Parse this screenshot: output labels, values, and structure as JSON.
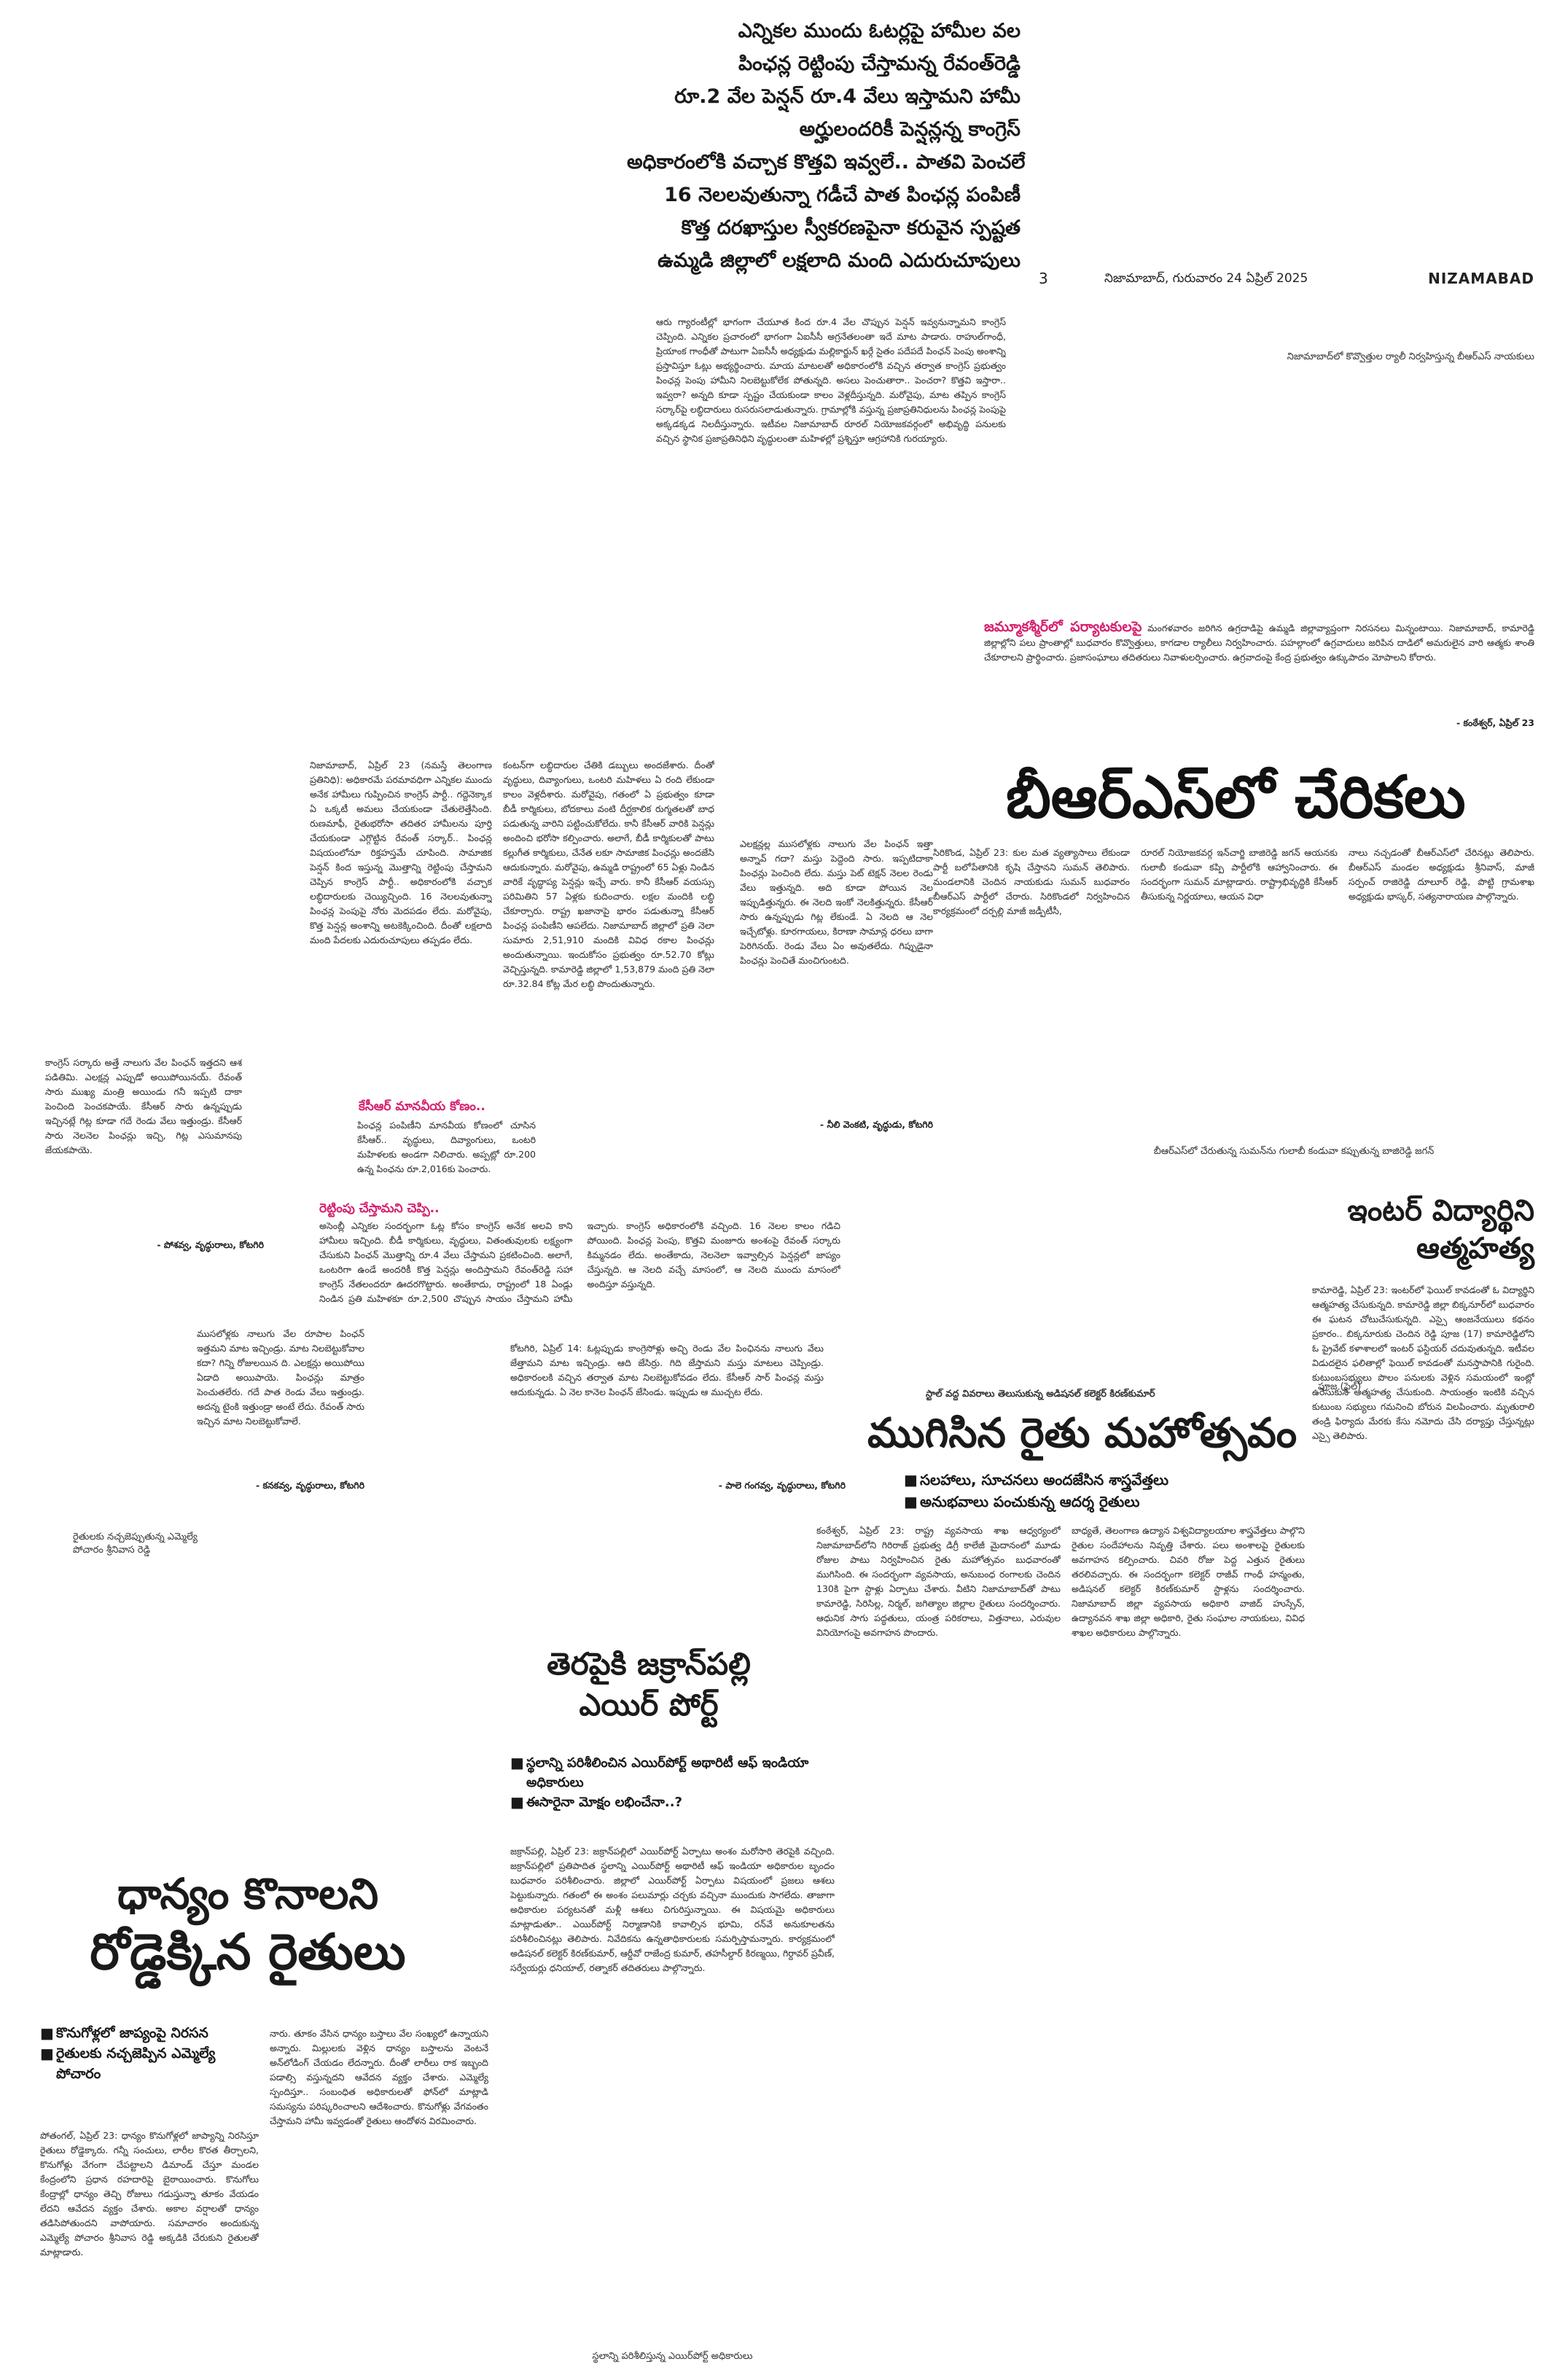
{
  "masthead": {
    "page_number": "3",
    "dateline": "నిజామాబాద్, గురువారం 24 ఏప్రిల్ 2025",
    "edition": "NIZAMABAD"
  },
  "top_story": {
    "headline_lines": [
      "ఎన్నికల ముందు ఓటర్లపై హామీల వల",
      "పింఛన్ల రెట్టింపు చేస్తామన్న రేవంత్‌రెడ్డి",
      "రూ.2 వేల పెన్షన్ రూ.4 వేలు ఇస్తామని హామీ",
      "అర్హులందరికీ పెన్షన్లన్న కాంగ్రెస్",
      "అధికారంలోకి వచ్చాక కొత్తవి ఇవ్వలే.. పాతవి పెంచలే",
      "16 నెలలవుతున్నా గడీచే పాత పింఛన్ల పంపిణీ",
      "కొత్త దరఖాస్తుల స్వీకరణపైనా కరువైన స్పష్టత",
      "ఉమ్మడి జిల్లాలో లక్షలాది మంది ఎదురుచూపులు"
    ],
    "intro": "ఆరు గ్యారంటీల్లో భాగంగా చేయూత కింద రూ.4 వేల చొప్పున పెన్షన్ ఇవ్వనున్నామని కాంగ్రెస్ చెప్పింది. ఎన్నికల ప్రచారంలో భాగంగా ఏఐసీసీ అగ్రనేతలంతా ఇదే మాట పాడారు. రాహుల్‌గాంధీ, ప్రియాంక గాంధీతో పాటుగా ఏఐసీసీ అధ్యక్షుడు మల్లికార్జున్ ఖర్గే సైతం పదేపదే పింఛన్ పెంపు అంశాన్ని ప్రస్తావిస్తూ ఓట్లు అభ్యర్థించారు. మాయ మాటలతో అధికారంలోకి వచ్చిన తర్వాత కాంగ్రెస్ ప్రభుత్వం పింఛన్ల పెంపు హామీని నిలబెట్టుకోలేక పోతున్నది. అసలు పెంచుతారా.. పెంచరా? కొత్తవి ఇస్తారా.. ఇవ్వరా? అన్నది కూడా స్పష్టం చేయకుండా కాలం వెళ్లదీస్తున్నది. మరోవైపు, మాట తప్పిన కాంగ్రెస్ సర్కార్‌పై లబ్ధిదారులు రుసరుసలాడుతున్నారు. గ్రామాల్లోకి వస్తున్న ప్రజాప్రతినిధులను పింఛన్ల పెంపుపై అక్కడక్కడ నిలదీస్తున్నారు. ఇటీవల నిజామాబాద్ రూరల్ నియోజకవర్గంలో అభివృద్ధి పనులకు వచ్చిన స్థానిక ప్రజాప్రతినిధిని వృద్ధులంతా మహిళల్లో ప్రశ్నిస్తూ ఆగ్రహానికి గురయ్యారు.",
    "col1": "నిజామాబాద్, ఏప్రిల్ 23 (నమస్తే తెలంగాణ ప్రతినిధి): అధికారమే పరమావధిగా ఎన్నికల ముందు అనేక హామీలు గుప్పించిన కాంగ్రెస్ పార్టీ.. గద్దెనెక్కాక ఏ ఒక్కటీ అమలు చేయకుండా చేతులెత్తేసింది. రుణమాఫీ, రైతుభరోసా తదితర హామీలను పూర్తి చేయకుండా ఎగ్గొట్టిన రేవంత్ సర్కార్.. పింఛన్ల విషయంలోనూ రిక్తహస్తమే చూపింది. సామాజిక పెన్షన్ కింద ఇస్తున్న మొత్తాన్ని రెట్టింపు చేస్తామని చెప్పిన కాంగ్రెస్ పార్టీ.. అధికారంలోకి వచ్చాక లబ్ధిదారులకు చెయ్యిచ్చింది. 16 నెలలవుతున్నా పింఛన్ల పెంపుపై నోరు మెదపడం లేదు. మరోవైపు, కొత్త పెన్షన్ల అంశాన్ని అటకెక్కించింది. దీంతో లక్షలాది మంది పేదలకు ఎదురుచూపులు తప్పడం లేదు.",
    "col1_kicker": "కేసీఆర్ మానవీయ కోణం..",
    "col1_b": "పింఛన్ల పంపిణీని మానవీయ కోణంలో చూసిన కేసీఆర్.. వృద్ధులు, దివ్యాంగులు, ఒంటరి మహిళలకు అండగా నిలిచారు. అప్పట్లో రూ.200 ఉన్న పింఛను రూ.2,016కు పెంచారు.",
    "col2": "కంటన్‌గా లబ్ధిదారుల చేతికి డబ్బులు అందజేశారు. దీంతో వృద్ధులు, దివ్యాంగులు, ఒంటరి మహిళలు ఏ రంది లేకుండా కాలం వెళ్లదీశారు. మరోవైపు, గతంలో ఏ ప్రభుత్వం కూడా బీడీ కార్మికులు, బోదకాలు వంటి దీర్ఘకాలిక రుగ్మతలతో బాధ పడుతున్న వారిని పట్టించుకోలేదు. కానీ కేసీఆర్ వారికి పెన్షన్లు అందించి భరోసా కల్పించారు. అలాగే, బీడీ కార్మికులతో పాటు కల్లుగీత కార్మికులు, చేనేత లకూ సామాజిక పింఛన్లు అందజేసి ఆదుకున్నారు. మరోవైపు, ఉమ్మడి రాష్ట్రంలో 65 ఏళ్లు నిండిన వారికే వృద్ధాప్య పెన్షన్లు ఇచ్చే వారు. కానీ కేసీఆర్ వయస్సు పరిమితిని 57 ఏళ్లకు కుదించారు. లక్షల మందికి లబ్ధి చేకూర్చారు. రాష్ట్ర ఖజానాపై భారం పడుతున్నా కేసీఆర్ పింఛన్ల పంపిణీని ఆపలేదు. నిజామాబాద్ జిల్లాలో ప్రతి నెలా సుమారు 2,51,910 మందికి వివిధ రకాల పింఛన్లు అందుతున్నాయి. ఇందుకోసం ప్రభుత్వం రూ.52.70 కోట్లు వెచ్చిస్తున్నది. కామారెడ్డి జిల్లాలో 1,53,879 మంది ప్రతి నెలా రూ.32.84 కోట్ల మేర లబ్ధి పొందుతున్నారు.",
    "kicker2": "రెట్టింపు చేస్తామని చెప్పి..",
    "col_wide": "అసెంబ్లీ ఎన్నికల సందర్భంగా ఓట్ల కోసం కాంగ్రెస్ అనేక అలవి కాని హామీలు ఇచ్చింది. బీడీ కార్మికులు, వృద్ధులు, వితంతువులకు లక్ష్యంగా చేసుకుని పింఛన్ మొత్తాన్ని రూ.4 వేలు చేస్తామని ప్రకటించింది. అలాగే, ఒంటరిగా ఉండే అందరికీ కొత్త పెన్షన్లు అందిస్తామని రేవంత్‌రెడ్డి సహా కాంగ్రెస్ నేతలందరూ ఊదరగొట్టారు. అంతేకాదు, రాష్ట్రంలో 18 ఏండ్లు నిండిన ప్రతి మహిళకూ రూ.2,500 చొప్పున సాయం చేస్తామని హామీ ఇచ్చారు. కాంగ్రెస్ అధికారంలోకి వచ్చింది. 16 నెలల కాలం గడిచి పోయింది. పింఛన్ల పెంపు, కొత్తవి మంజూరు అంశంపై రేవంత్ సర్కారు కిమ్మనడం లేదు. అంతేకాదు, నెలనెలా ఇవ్వాల్సిన పెన్షన్లలో జాప్యం చేస్తున్నది. ఆ నెలది వచ్చే మాసంలో, ఆ నెలది ముందు మాసంలో అందిస్తూ వస్తున్నది.",
    "col3": "ఎలక్షన్లల్ల ముసలోళ్లకు నాలుగు వేల పింఛన్ ఇత్తా అన్నావ్ గదా? మస్తు పెద్దెంది సారు. ఇప్పటిదాకా పింఛన్లు పెంచింది లేదు. మస్తు పెట్ టెక్షన్ నెలల రెండు వేలు ఇత్తున్నది. అది కూడా పోయిన నెల ఇప్పుడిత్తున్నరు. ఈ నెలది ఇంకో నెలకిత్తున్నరు. కేసీఆర్ సారు ఉన్నప్పుడు గిట్ల లేకుండే. ఏ నెలది ఆ నెల ఇచ్చేటోళ్లు. కూరగాయలు, కిరాణా సామాన్ల ధరలు బాగా పెరిగినయ్. రెండు వేలు ఏం అవుతలేదు. గిప్పుడైనా పింఛన్లు పెంచితే మంచిగుంటది.",
    "col3_byline": "- నీలి వెంకటి, వృద్ధుడు, కోటగిరి",
    "quote_left": "కాంగ్రెస్ సర్కారు అత్తే నాలుగు వేల పింఛన్ ఇత్తదని ఆశ పడితిమి. ఎలక్షన్ల ఎప్పుడో అయిపోయినయ్. రేవంత్ సారు ముఖ్య మంత్రి అయిండు గనీ ఇప్పటి దాకా పెంచింది పెంచకపాయే. కేసీఆర్ సారు ఉన్నప్పుడు ఇచ్చినట్లే గిట్ల కూడా గదే రెండు వేలు ఇత్తుండ్రు. కేసీఆర్ సారు నెలనెల పింఛన్లు ఇచ్చి, గిట్ల ఎసుమానపు జేయకపాయె.",
    "quote_left_byline": "- పోశవ్వ, వృద్ధురాలు, కోటగిరి",
    "quote_mid": "ముసలోళ్లకు నాలుగు వేల రూపాల పింఛన్ ఇత్తమని మాట ఇచ్చిండ్రు. మాట నిలబెట్టుకోవాల కదా? గిన్ని రోజులయిన ది. ఎలక్షన్లు అయిపోయి ఏడాది అయిపాయె. పింఛన్లు మాత్రం పెంచుతలేరు. గదే పాత రెండు వేలు ఇత్తుండ్రు. అదన్న టైంకి ఇత్తుండ్రా అంటే లేదు. రేవంత్ సారు ఇచ్చిన మాట నిలబెట్టుకోవాలే.",
    "quote_mid_byline": "- కనకవ్వ, వృద్ధురాలు, కోటగిరి",
    "quote_right": "కోటగిరి, ఏప్రిల్ 14: ఓట్లప్పుడు కాంగ్రెసోళ్లు అచ్చి రెండు వేల పింఛినను నాలుగు వేలు జేత్తామని మాట ఇచ్చిండ్రు. ఆది జేసిర్రు. గిది జేస్తామని మస్తు మాటలు చెప్పిండ్రు. అధికారంలకి వచ్చిన తర్వాత మాట నిలబెట్టుకోవడం లేదు. కేసీఆర్ సార్ పింఛన్ల మస్తు ఆదుకున్నడు. ఏ నెల కానెల పింఛన్ జేసిండు. ఇప్పుడు ఆ ముచ్చట లేదు.",
    "quote_right_byline": "- పాలె గంగవ్వ, వృద్ధురాలు, కోటగిరి"
  },
  "photos": {
    "rally_caption": "నిజామాబాద్‌లో కొవ్వొత్తుల ర్యాలీ నిర్వహిస్తున్న బీఆర్‌ఎస్ నాయకులు",
    "jk_kicker": "జమ్మూకశ్మీర్‌లో పర్యాటకులపై",
    "jk_text": "మంగళవారం జరిగిన ఉగ్రదాడిపై ఉమ్మడి జిల్లావ్యాప్తంగా నిరసనలు మిన్నంటాయి. నిజామాబాద్, కామారెడ్డి జిల్లాల్లోని పలు ప్రాంతాల్లో బుధవారం కొవ్వొత్తులు, కాగడాల ర్యాలీలు నిర్వహించారు. పహల్గాంలో ఉగ్రవాదులు జరిపిన దాడిలో అమరులైన వారి ఆత్మకు శాంతి చేకూరాలని ప్రార్థించారు. ప్రజాసంఘాలు తదితరులు నివాళులర్పించారు. ఉగ్రవాదంపై కేంద్ర ప్రభుత్వం ఉక్కుపాదం మోపాలని కోరారు.",
    "jk_byline": "- కంఠేశ్వర్, ఏప్రిల్ 23",
    "brs_join_caption": "బీఆర్‌ఎస్‌లో చేరుతున్న సుమన్‌ను గులాబీ కండువా కప్పుతున్న బాజిరెడ్డి జగన్",
    "farmer_caption": "రైతులకు నచ్చజెప్పుతున్న ఎమ్మెల్యే పోచారం శ్రీనివాస రెడ్డి",
    "airport_caption": "స్థలాన్ని పరిశీలిస్తున్న ఎయిర్‌పోర్ట్ అధికారులు",
    "mahotsav_caption": "స్టాల్ వద్ద వివరాలు తెలుసుకున్న అడిషనల్ కలెక్టర్ కిరణ్‌కుమార్",
    "student_photo_caption": "పూజ (ఫైల్)"
  },
  "brs_story": {
    "headline": "బీఆర్‌ఎస్‌లో చేరికలు",
    "col1": "సిరికొండ, ఏప్రిల్ 23: కుల మత వ్యత్యాసాలు లేకుండా పార్టీ బలోపేతానికి కృషి చేస్తానని సుమన్ తెలిపారు. మండలానికి చెందిన నాయకుడు సుమన్ బుధవారం బీఆర్‌ఎస్ పార్టీలో చేరారు. సిరికొండలో నిర్వహించిన కార్యక్రమంలో దర్పల్లి మాజీ జడ్పీటీసీ,",
    "col2": "రూరల్ నియోజకవర్గ ఇన్‌చార్జి బాజిరెడ్డి జగన్ ఆయనకు గులాబీ కండువా కప్పి పార్టీలోకి ఆహ్వానించారు. ఈ సందర్భంగా సుమన్ మాట్లాడారు. రాష్ట్రాభివృద్ధికి కేసీఆర్ తీసుకున్న నిర్ణయాలు, ఆయన విధా",
    "col3": "నాలు నచ్చడంతో బీఆర్‌ఎస్‌లో చేరినట్లు తెలిపారు. బీఆర్‌ఎస్ మండల అధ్యక్షుడు శ్రీనివాస్, మాజీ సర్పంచ్ రాజిరెడ్డి దూలూర్ రెడ్డి, పొట్టి గ్రామశాఖ అధ్యక్షుడు భాస్కర్, సత్యనారాయణ పాల్గొన్నారు."
  },
  "student_story": {
    "headline_l1": "ఇంటర్ విద్యార్థిని",
    "headline_l2": "ఆత్మహత్య",
    "text": "కామారెడ్డి, ఏప్రిల్ 23: ఇంటర్‌లో ఫెయిల్ కావడంతో ఓ విద్యార్థిని ఆత్మహత్య చేసుకున్నది. కామారెడ్డి జిల్లా బిక్కనూర్‌లో బుధవారం ఈ ఘటన చోటుచేసుకున్నది. ఎస్సై ఆంజనేయులు కథనం ప్రకారం.. బిక్కనూరుకు చెందిన రెడ్డి పూజ (17) కామారెడ్డిలోని ఓ ప్రైవేట్ కళాశాలలో ఇంటర్ ఫస్టియర్ చదువుతున్నది. ఇటీవల విడుదలైన ఫలితాల్లో ఫెయిల్ కావడంతో మనస్తాపానికి గురైంది. కుటుంబసభ్యులు పొలం పనులకు వెళ్లిన సమయంలో ఇంట్లో ఉరేసుకుని ఆత్మహత్య చేసుకుంది. సాయంత్రం ఇంటికి వచ్చిన కుటుంబ సభ్యులు గమనించి బోరున విలపించారు. మృతురాలి తండ్రి ఫిర్యాదు మేరకు కేసు నమోదు చేసి దర్యాప్తు చేస్తున్నట్లు ఎస్సై తెలిపారు."
  },
  "mahotsav": {
    "headline": "ముగిసిన రైతు మహోత్సవం",
    "bullets": [
      "సలహాలు, సూచనలు అందజేసిన శాస్త్రవేత్తలు",
      "అనుభవాలు పంచుకున్న ఆదర్శ రైతులు"
    ],
    "col1": "కంఠేశ్వర్, ఏప్రిల్ 23: రాష్ట్ర వ్యవసాయ శాఖ ఆధ్వర్యంలో నిజామాబాద్‌లోని గిరిరాజ్ ప్రభుత్వ డిగ్రీ కాలేజీ మైదానంలో మూడు రోజుల పాటు నిర్వహించిన రైతు మహోత్సవం బుధవారంతో ముగిసింది. ఈ సందర్భంగా వ్యవసాయ, అనుబంధ రంగాలకు చెందిన 130కి పైగా స్టాళ్లు ఏర్పాటు చేశారు. వీటిని నిజామాబాద్‌తో పాటు కామారెడ్డి, సిరిసిల్ల, నిర్మల్, జగిత్యాల జిల్లాల రైతులు సందర్శించారు. ఆధునిక సాగు పద్ధతులు, యంత్ర పరికరాలు, విత్తనాలు, ఎరువుల వినియోగంపై అవగాహన పొందారు.",
    "col2": "బాధ్యతే, తెలంగాణ ఉద్యాన విశ్వవిద్యాలయాల శాస్త్రవేత్తలు పాల్గొని రైతుల సందేహాలను నివృత్తి చేశారు. పలు అంశాలపై రైతులకు అవగాహన కల్పించారు. చివరి రోజు పెద్ద ఎత్తున రైతులు తరలివచ్చారు. ఈ సందర్భంగా కలెక్టర్ రాజీవ్ గాంధీ హన్మంతు, అడిషనల్ కలెక్టర్ కిరణ్‌కుమార్ స్టాళ్లను సందర్శించారు. నిజామాబాద్ జిల్లా వ్యవసాయ అధికారి వాజిద్ హుస్సేన్, ఉద్యానవన శాఖ జిల్లా అధికారి, రైతు సంఘాల నాయకులు, వివిధ శాఖల అధికారులు పాల్గొన్నారు."
  },
  "airport": {
    "headline_l1": "తెరపైకి జక్రాన్‌పల్లి",
    "headline_l2": "ఎయిర్ పోర్ట్",
    "bullets": [
      "స్థలాన్ని పరిశీలించిన ఎయిర్‌పోర్ట్ అథారిటీ ఆఫ్ ఇండియా అధికారులు",
      "ఈసారైనా మోక్షం లభించేనా..?"
    ],
    "text": "జక్రాన్‌పల్లి, ఏప్రిల్ 23: జక్రాన్‌పల్లిలో ఎయిర్‌పోర్ట్ ఏర్పాటు అంశం మరోసారి తెరపైకి వచ్చింది. జక్రాన్‌పల్లిలో ప్రతిపాదిత స్థలాన్ని ఎయిర్‌పోర్ట్ అథారిటీ ఆఫ్ ఇండియా అధికారుల బృందం బుధవారం పరిశీలించారు. జిల్లాలో ఎయిర్‌పోర్ట్ ఏర్పాటు విషయంలో ప్రజలు ఆశలు పెట్టుకున్నారు. గతంలో ఈ అంశం పలుమార్లు చర్చకు వచ్చినా ముందుకు సాగలేదు. తాజాగా అధికారుల పర్యటనతో మళ్లీ ఆశలు చిగురిస్తున్నాయి. ఈ విషయమై అధికారులు మాట్లాడుతూ.. ఎయిర్‌పోర్ట్ నిర్మాణానికి కావాల్సిన భూమి, రన్‌వే అనుకూలతను పరిశీలించినట్లు తెలిపారు. నివేదికను ఉన్నతాధికారులకు సమర్పిస్తామన్నారు. కార్యక్రమంలో అడిషనల్ కలెక్టర్ కిరణ్‌కుమార్, ఆర్డీవో రాజేంద్ర కుమార్, తహసీల్దార్ కిరణ్మయి, గిర్దావర్ ప్రవీణ్, సర్వేయర్లు ధనియాల్, రత్నాకర్ తదితరులు పాల్గొన్నారు."
  },
  "grain": {
    "headline_l1": "ధాన్యం కొనాలని",
    "headline_l2": "రోడ్డెక్కిన రైతులు",
    "bullets": [
      "కొనుగోళ్లలో జాప్యంపై నిరసన",
      "రైతులకు నచ్చజెప్పిన ఎమ్మెల్యే పోచారం"
    ],
    "col1": "పోతంగల్, ఏప్రిల్ 23: ధాన్యం కొనుగోళ్లలో జాప్యాన్ని నిరసిస్తూ రైతులు రోడ్డెక్కారు. గన్నీ సంచులు, లారీల కొరత తీర్చాలని, కొనుగోళ్లు వేగంగా చేపట్టాలని డిమాండ్ చేస్తూ మండల కేంద్రంలోని ప్రధాన రహదారిపై బైఠాయించారు. కొనుగోలు కేంద్రాల్లో ధాన్యం తెచ్చి రోజులు గడుస్తున్నా తూకం వేయడం లేదని ఆవేదన వ్యక్తం చేశారు. అకాల వర్షాలతో ధాన్యం తడిసిపోతుందని వాపోయారు. సమాచారం అందుకున్న ఎమ్మెల్యే పోచారం శ్రీనివాస రెడ్డి అక్కడికి చేరుకుని రైతులతో మాట్లాడారు.",
    "col2": "నారు. తూకం వేసిన ధాన్యం బస్తాలు వేల సంఖ్యలో ఉన్నాయని అన్నారు. మిల్లులకు వెళ్లిన ధాన్యం బస్తాలను వెంటనే అన్‌లోడింగ్ చేయడం లేదన్నారు. దీంతో లారీలు రాక ఇబ్బంది పడాల్సి వస్తున్నదని ఆవేదన వ్యక్తం చేశారు. ఎమ్మెల్యే స్పందిస్తూ.. సంబంధిత అధికారులతో ఫోన్‌లో మాట్లాడి సమస్యను పరిష్కరించాలని ఆదేశించారు. కొనుగోళ్లు వేగవంతం చేస్తామని హామీ ఇవ్వడంతో రైతులు ఆందోళన విరమించారు."
  }
}
